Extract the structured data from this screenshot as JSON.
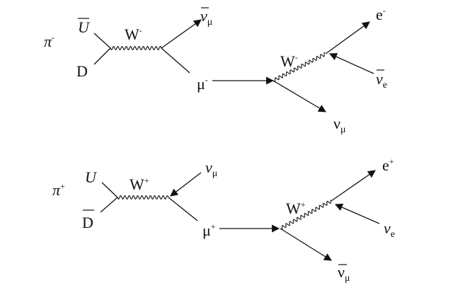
{
  "diagrams": [
    {
      "pion": {
        "base": "π",
        "charge": "-"
      },
      "quark_top": "U",
      "quark_bottom": "D",
      "boson1": {
        "base": "W",
        "charge": "-"
      },
      "neutrino1": {
        "base": "ν",
        "sub": "μ"
      },
      "muon": {
        "base": "μ",
        "charge": "-"
      },
      "boson2": {
        "base": "W",
        "charge": "-"
      },
      "lepton_out": {
        "base": "e",
        "charge": "-"
      },
      "neutrino_e": {
        "base": "ν",
        "sub": "e"
      },
      "neutrino_mu": {
        "base": "ν",
        "sub": "μ"
      }
    },
    {
      "pion": {
        "base": "π",
        "charge": "+"
      },
      "quark_top": "U",
      "quark_bottom": "D",
      "boson1": {
        "base": "W",
        "charge": "+"
      },
      "neutrino1": {
        "base": "ν",
        "sub": "μ"
      },
      "muon": {
        "base": "μ",
        "charge": "+"
      },
      "boson2": {
        "base": "W",
        "charge": "+"
      },
      "lepton_out": {
        "base": "e",
        "charge": "+"
      },
      "neutrino_e": {
        "base": "ν",
        "sub": "e"
      },
      "neutrino_mu": {
        "base": "ν",
        "sub": "μ"
      }
    }
  ]
}
